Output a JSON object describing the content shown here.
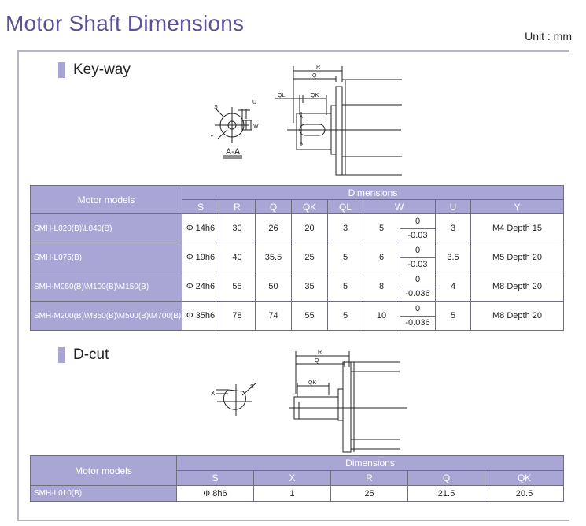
{
  "page": {
    "title": "Motor Shaft Dimensions",
    "unit": "Unit : mm"
  },
  "keyway": {
    "heading": "Key-way",
    "diagram_labels": {
      "section": "A-A",
      "r": "R",
      "q": "Q",
      "ql": "QL",
      "qk": "QK",
      "u": "U",
      "w": "W",
      "s": "S",
      "y": "Y",
      "a": "A"
    },
    "table": {
      "model_header": "Motor models",
      "dim_header": "Dimensions",
      "columns": [
        "S",
        "R",
        "Q",
        "QK",
        "QL",
        "W",
        "U",
        "Y"
      ],
      "rows": [
        {
          "model": "SMH-L020(B)\\L040(B)",
          "s": "Φ 14h6",
          "r": "30",
          "q": "26",
          "qk": "20",
          "ql": "3",
          "w": "5",
          "tol_upper": "0",
          "tol_lower": "-0.03",
          "u": "3",
          "y": "M4  Depth 15"
        },
        {
          "model": "SMH-L075(B)",
          "s": "Φ 19h6",
          "r": "40",
          "q": "35.5",
          "qk": "25",
          "ql": "5",
          "w": "6",
          "tol_upper": "0",
          "tol_lower": "-0.03",
          "u": "3.5",
          "y": "M5  Depth 20"
        },
        {
          "model": "SMH-M050(B)\\M100(B)\\M150(B)",
          "s": "Φ 24h6",
          "r": "55",
          "q": "50",
          "qk": "35",
          "ql": "5",
          "w": "8",
          "tol_upper": "0",
          "tol_lower": "-0.036",
          "u": "4",
          "y": "M8  Depth 20"
        },
        {
          "model": "SMH-M200(B)\\M350(B)\\M500(B)\\M700(B)",
          "s": "Φ 35h6",
          "r": "78",
          "q": "74",
          "qk": "55",
          "ql": "5",
          "w": "10",
          "tol_upper": "0",
          "tol_lower": "-0.036",
          "u": "5",
          "y": "M8  Depth 20"
        }
      ]
    }
  },
  "dcut": {
    "heading": "D-cut",
    "diagram_labels": {
      "r": "R",
      "q": "Q",
      "qk": "QK",
      "x": "X",
      "s": "S"
    },
    "table": {
      "model_header": "Motor models",
      "dim_header": "Dimensions",
      "columns": [
        "S",
        "X",
        "R",
        "Q",
        "QK"
      ],
      "rows": [
        {
          "model": "SMH-L010(B)",
          "s": "Φ 8h6",
          "x": "1",
          "r": "25",
          "q": "21.5",
          "qk": "20.5"
        }
      ]
    }
  },
  "colors": {
    "title": "#5b5396",
    "header_fill": "#a9a6d6",
    "border": "#6e6e7a"
  }
}
